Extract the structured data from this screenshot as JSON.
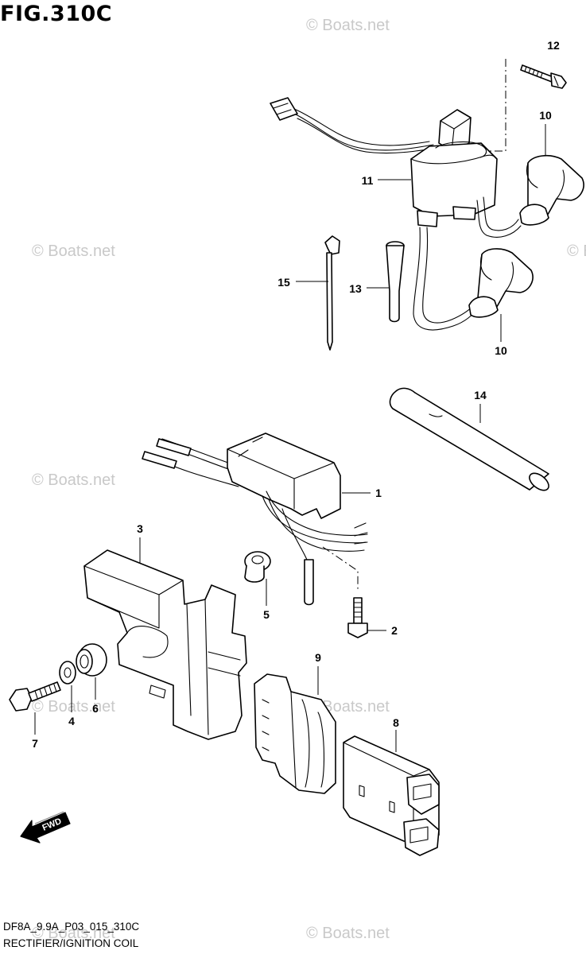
{
  "figure": {
    "title": "FIG.310C"
  },
  "footer": {
    "code": "DF8A_9.9A_P03_015_310C",
    "name": "RECTIFIER/IGNITION COIL"
  },
  "watermark": "© Boats.net",
  "fwd_label": "FWD",
  "callouts": [
    "12",
    "10",
    "11",
    "15",
    "13",
    "10",
    "14",
    "1",
    "3",
    "5",
    "2",
    "9",
    "4",
    "6",
    "7",
    "8"
  ],
  "icons": [
    "fwd-arrow-icon"
  ]
}
